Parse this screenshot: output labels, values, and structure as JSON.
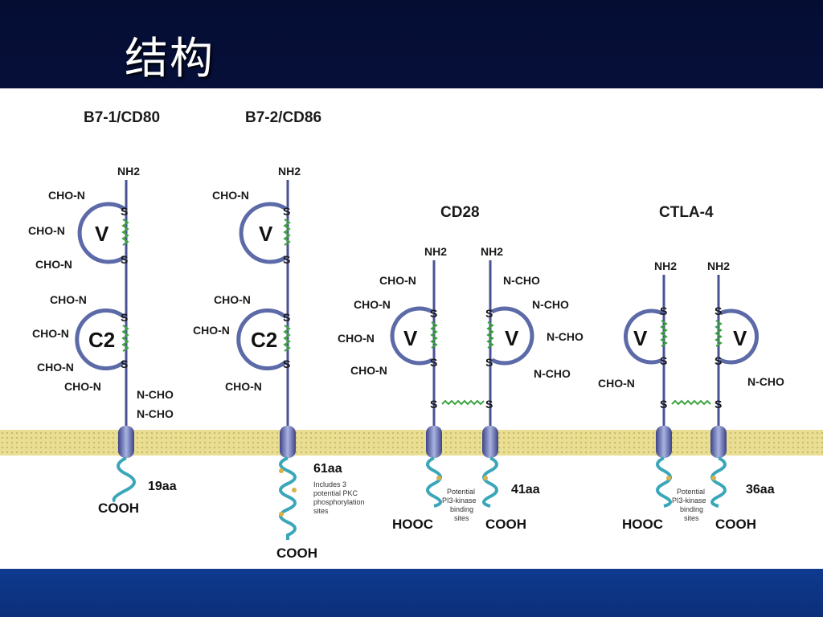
{
  "slide": {
    "title": "结构"
  },
  "diagram": {
    "molecules": {
      "b7_1": {
        "name": "B7-1/CD80",
        "nh2": "NH2",
        "domains": [
          "V",
          "C2"
        ],
        "glycans_left": [
          "CHO-N",
          "CHO-N",
          "CHO-N",
          "CHO-N",
          "CHO-N",
          "CHO-N",
          "CHO-N"
        ],
        "glycans_right": [
          "N-CHO",
          "N-CHO"
        ],
        "tail": "19aa",
        "cterm": "COOH"
      },
      "b7_2": {
        "name": "B7-2/CD86",
        "nh2": "NH2",
        "domains": [
          "V",
          "C2"
        ],
        "glycans_left": [
          "CHO-N",
          "CHO-N",
          "CHO-N",
          "CHO-N"
        ],
        "tail": "61aa",
        "tail_note": [
          "Includes 3",
          "potential PKC",
          "phosphorylation",
          "sites"
        ],
        "cterm": "COOH"
      },
      "cd28": {
        "name": "CD28",
        "nh2": [
          "NH2",
          "NH2"
        ],
        "domains": [
          "V",
          "V"
        ],
        "glycans_left": [
          "CHO-N",
          "CHO-N",
          "CHO-N",
          "CHO-N"
        ],
        "glycans_right": [
          "N-CHO",
          "N-CHO",
          "N-CHO",
          "N-CHO"
        ],
        "tail": "41aa",
        "tail_note": [
          "Potential",
          "PI3-kinase",
          "binding",
          "sites"
        ],
        "cterms": [
          "HOOC",
          "COOH"
        ]
      },
      "ctla4": {
        "name": "CTLA-4",
        "nh2": [
          "NH2",
          "NH2"
        ],
        "domains": [
          "V",
          "V"
        ],
        "glycans_left": [
          "CHO-N"
        ],
        "glycans_right": [
          "N-CHO"
        ],
        "tail": "36aa",
        "tail_note": [
          "Potential",
          "PI3-kinase",
          "binding",
          "sites"
        ],
        "cterms": [
          "HOOC",
          "COOH"
        ]
      }
    },
    "disulfide": "S"
  },
  "colors": {
    "membrane": "#e6d98a",
    "backbone": "#4a5296",
    "domain_loop": "#5c6aa8",
    "disulfide_bond": "#3ea33e",
    "cytoplasmic_tail": "#3aa6b9",
    "phospho_site": "#d9b04a"
  }
}
